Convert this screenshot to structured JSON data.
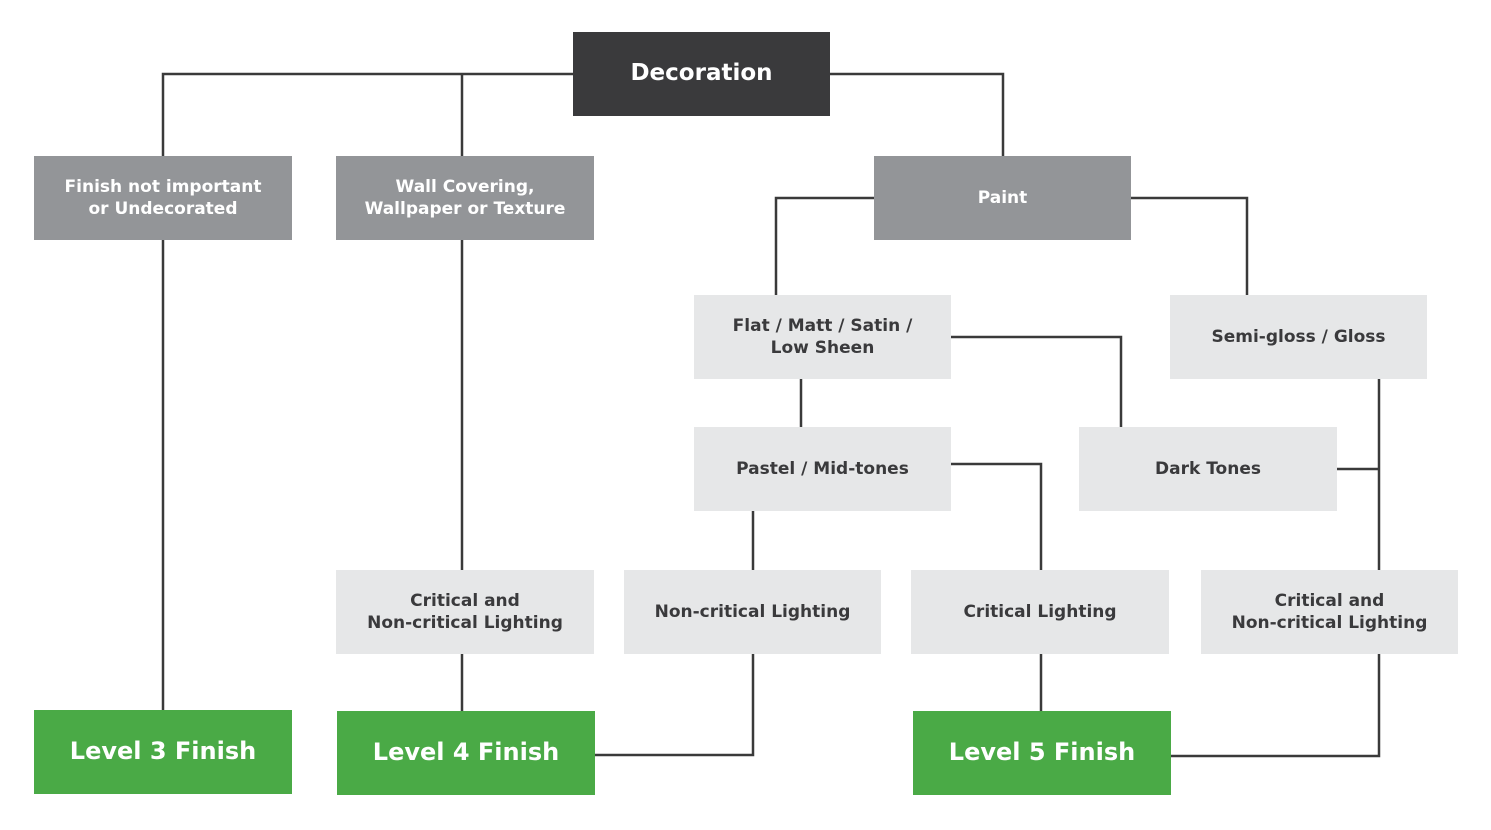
{
  "diagram": {
    "root": {
      "label": "Decoration"
    },
    "categories": {
      "undecorated": "Finish not important\nor Undecorated",
      "wall_covering": "Wall Covering,\nWallpaper or Texture",
      "paint": "Paint"
    },
    "sheens": {
      "flat": "Flat / Matt / Satin /\nLow Sheen",
      "gloss": "Semi-gloss / Gloss"
    },
    "tones": {
      "pastel": "Pastel / Mid-tones",
      "dark": "Dark Tones"
    },
    "lighting": {
      "wall_critical_noncritical": "Critical and\nNon-critical Lighting",
      "non_critical": "Non-critical Lighting",
      "critical": "Critical Lighting",
      "gloss_critical_noncritical": "Critical and\nNon-critical Lighting"
    },
    "finishes": {
      "level3": "Level 3 Finish",
      "level4": "Level 4 Finish",
      "level5": "Level 5 Finish"
    },
    "colors": {
      "root": "#3a3a3c",
      "category": "#939598",
      "subcategory": "#e6e7e8",
      "finish": "#4aaa46",
      "connector": "#3a3a3a"
    }
  }
}
